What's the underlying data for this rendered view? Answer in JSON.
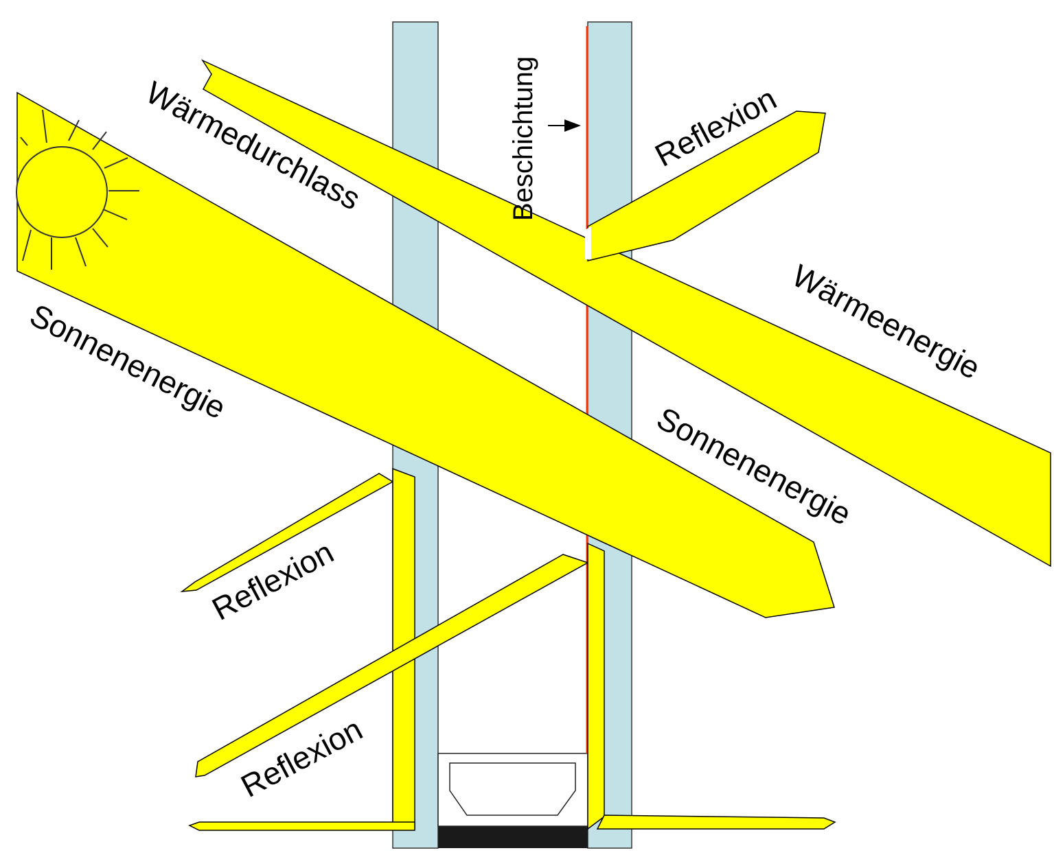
{
  "colors": {
    "beam": "#FFFF00",
    "beam_outline": "#000000",
    "glass": "#C2E1E6",
    "coating": "#FF3300",
    "spacer": "#FFFFFF",
    "sealant": "#1A1A1A",
    "background": "#FFFFFF"
  },
  "icons": {
    "sun": "sun-icon",
    "coating_arrow": "arrow-right-icon"
  },
  "labels": {
    "waermedurchlass": "Wärmedurchlass",
    "beschichtung": "Beschichtung",
    "reflexion_top": "Reflexion",
    "waermeenergie": "Wärmeenergie",
    "sonnenenergie_left": "Sonnenenergie",
    "sonnenenergie_right": "Sonnenenergie",
    "reflexion_mid": "Reflexion",
    "reflexion_low": "Reflexion"
  }
}
